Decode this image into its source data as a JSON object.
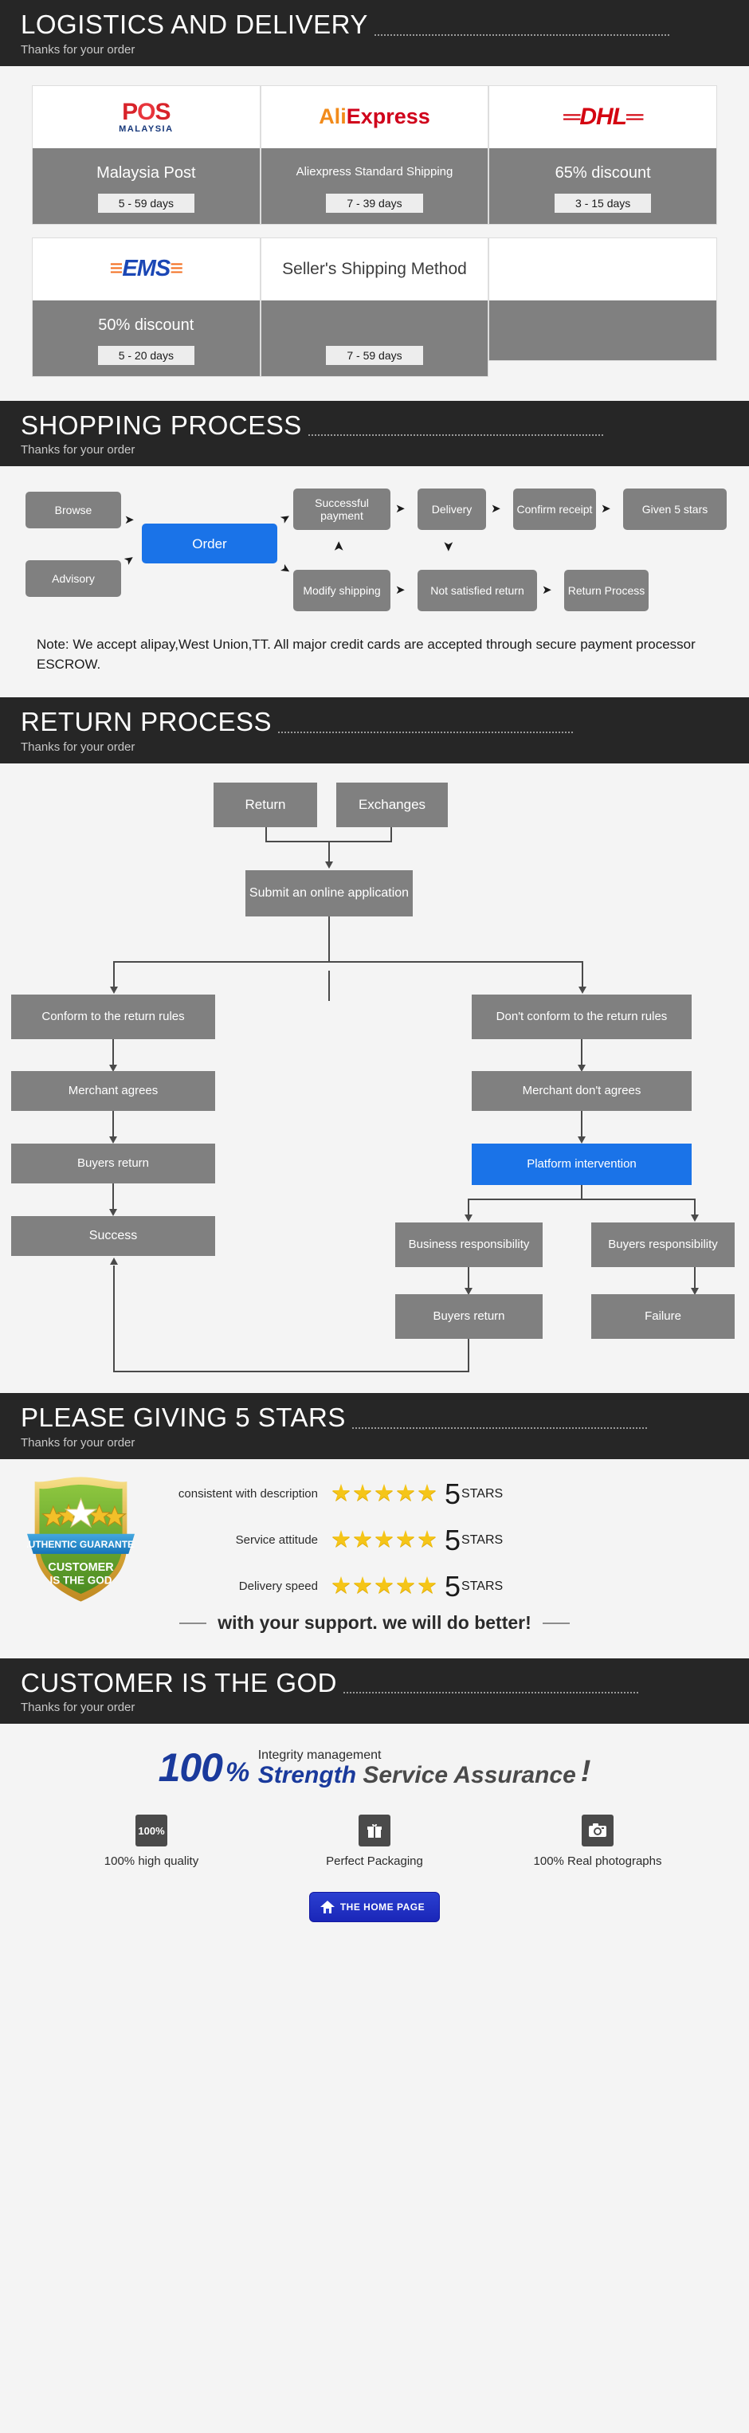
{
  "sections": {
    "logistics": {
      "title": "LOGISTICS AND DELIVERY",
      "subtitle": "Thanks for your order"
    },
    "shopping": {
      "title": "SHOPPING PROCESS",
      "subtitle": "Thanks for your order"
    },
    "return": {
      "title": "RETURN PROCESS",
      "subtitle": "Thanks for your order"
    },
    "stars": {
      "title": "PLEASE GIVING 5 STARS",
      "subtitle": "Thanks for your order"
    },
    "god": {
      "title": "CUSTOMER IS THE GOD",
      "subtitle": "Thanks for your order"
    }
  },
  "shipping_methods": [
    {
      "logo": "pos-malaysia-logo",
      "logo_text": "POS",
      "logo_sub": "MALAYSIA",
      "name": "Malaysia Post",
      "days": "5 - 59  days"
    },
    {
      "logo": "aliexpress-logo",
      "logo_text": "AliExpress",
      "name": "Aliexpress Standard Shipping",
      "days": "7 - 39  days"
    },
    {
      "logo": "dhl-logo",
      "logo_text": "DHL",
      "name": "65% discount",
      "days": "3 - 15  days"
    },
    {
      "logo": "ems-logo",
      "logo_text": "EMS",
      "name": "50% discount",
      "days": "5 - 20  days"
    },
    {
      "logo": "sellers-method-text",
      "logo_text": "Seller's Shipping Method",
      "name": "",
      "days": "7 - 59  days"
    },
    {
      "logo": "",
      "logo_text": "",
      "name": "",
      "days": ""
    }
  ],
  "shopping_flow": {
    "boxes": [
      {
        "id": "browse",
        "label": "Browse"
      },
      {
        "id": "advisory",
        "label": "Advisory"
      },
      {
        "id": "order",
        "label": "Order",
        "color": "#1a73e8"
      },
      {
        "id": "successful-payment",
        "label": "Successful payment"
      },
      {
        "id": "delivery",
        "label": "Delivery"
      },
      {
        "id": "confirm-receipt",
        "label": "Confirm receipt"
      },
      {
        "id": "given-5-stars",
        "label": "Given 5 stars"
      },
      {
        "id": "modify-shipping",
        "label": "Modify shipping"
      },
      {
        "id": "not-satisfied-return",
        "label": "Not satisfied return"
      },
      {
        "id": "return-process",
        "label": "Return Process"
      }
    ],
    "note": "Note: We accept alipay,West Union,TT. All major credit cards are accepted through secure payment processor ESCROW."
  },
  "return_flow": {
    "boxes": [
      {
        "id": "return",
        "label": "Return"
      },
      {
        "id": "exchanges",
        "label": "Exchanges"
      },
      {
        "id": "submit-application",
        "label": "Submit an online application"
      },
      {
        "id": "conform-rules",
        "label": "Conform to the return rules"
      },
      {
        "id": "dont-conform-rules",
        "label": "Don't conform to the return rules"
      },
      {
        "id": "merchant-agrees",
        "label": "Merchant agrees"
      },
      {
        "id": "merchant-dont-agrees",
        "label": "Merchant don't agrees"
      },
      {
        "id": "buyers-return-left",
        "label": "Buyers return"
      },
      {
        "id": "platform-intervention",
        "label": "Platform intervention",
        "color": "#1a73e8"
      },
      {
        "id": "success",
        "label": "Success"
      },
      {
        "id": "business-responsibility",
        "label": "Business responsibility"
      },
      {
        "id": "buyers-responsibility",
        "label": "Buyers responsibility"
      },
      {
        "id": "buyers-return-right",
        "label": "Buyers return"
      },
      {
        "id": "failure",
        "label": "Failure"
      }
    ]
  },
  "badge": {
    "ribbon": "AUTHENTIC GUARANTEE",
    "line1": "CUSTOMER",
    "line2": "IS THE GOD"
  },
  "ratings": [
    {
      "label": "consistent with description",
      "stars": "★★★★★",
      "score": "5",
      "unit": "STARS"
    },
    {
      "label": "Service attitude",
      "stars": "★★★★★",
      "score": "5",
      "unit": "STARS"
    },
    {
      "label": "Delivery speed",
      "stars": "★★★★★",
      "score": "5",
      "unit": "STARS"
    }
  ],
  "support_text": "with your support. we will do better!",
  "slogan": {
    "hundred": "100",
    "percent": "%",
    "top": "Integrity management",
    "bold_blue": "Strength",
    "bold_gray": "Service Assurance",
    "bang": "!"
  },
  "features": [
    {
      "icon": "percent-100-icon",
      "icon_text": "100%",
      "label": "100% high quality"
    },
    {
      "icon": "gift-box-icon",
      "icon_text": "",
      "label": "Perfect Packaging"
    },
    {
      "icon": "camera-icon",
      "icon_text": "",
      "label": "100% Real photographs"
    }
  ],
  "home_button": {
    "label": "THE HOME PAGE",
    "icon": "house-icon"
  },
  "colors": {
    "accent_blue": "#1a73e8",
    "box_gray": "#808080",
    "bar_dark": "#262626"
  }
}
